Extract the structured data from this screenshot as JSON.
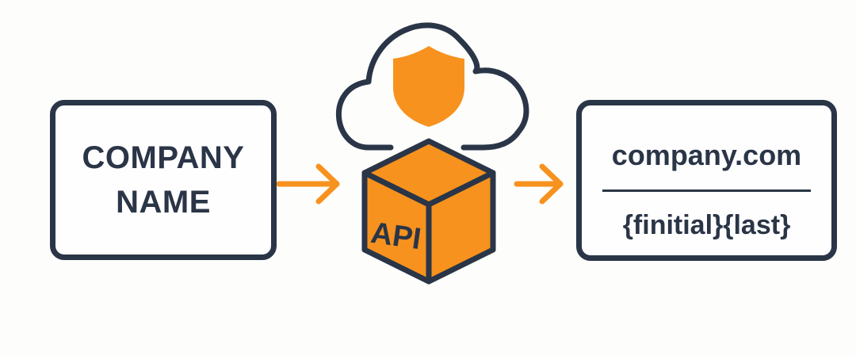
{
  "diagram": {
    "input": {
      "line1": "COMPANY",
      "line2": "NAME"
    },
    "service": {
      "label": "API",
      "cloud_icon": "cloud-icon",
      "shield_icon": "shield-icon",
      "cube_icon": "cube-icon"
    },
    "output": {
      "domain": "company.com",
      "pattern": "{finitial}{last}"
    },
    "colors": {
      "primary": "#2a3547",
      "accent": "#f7921e"
    }
  }
}
